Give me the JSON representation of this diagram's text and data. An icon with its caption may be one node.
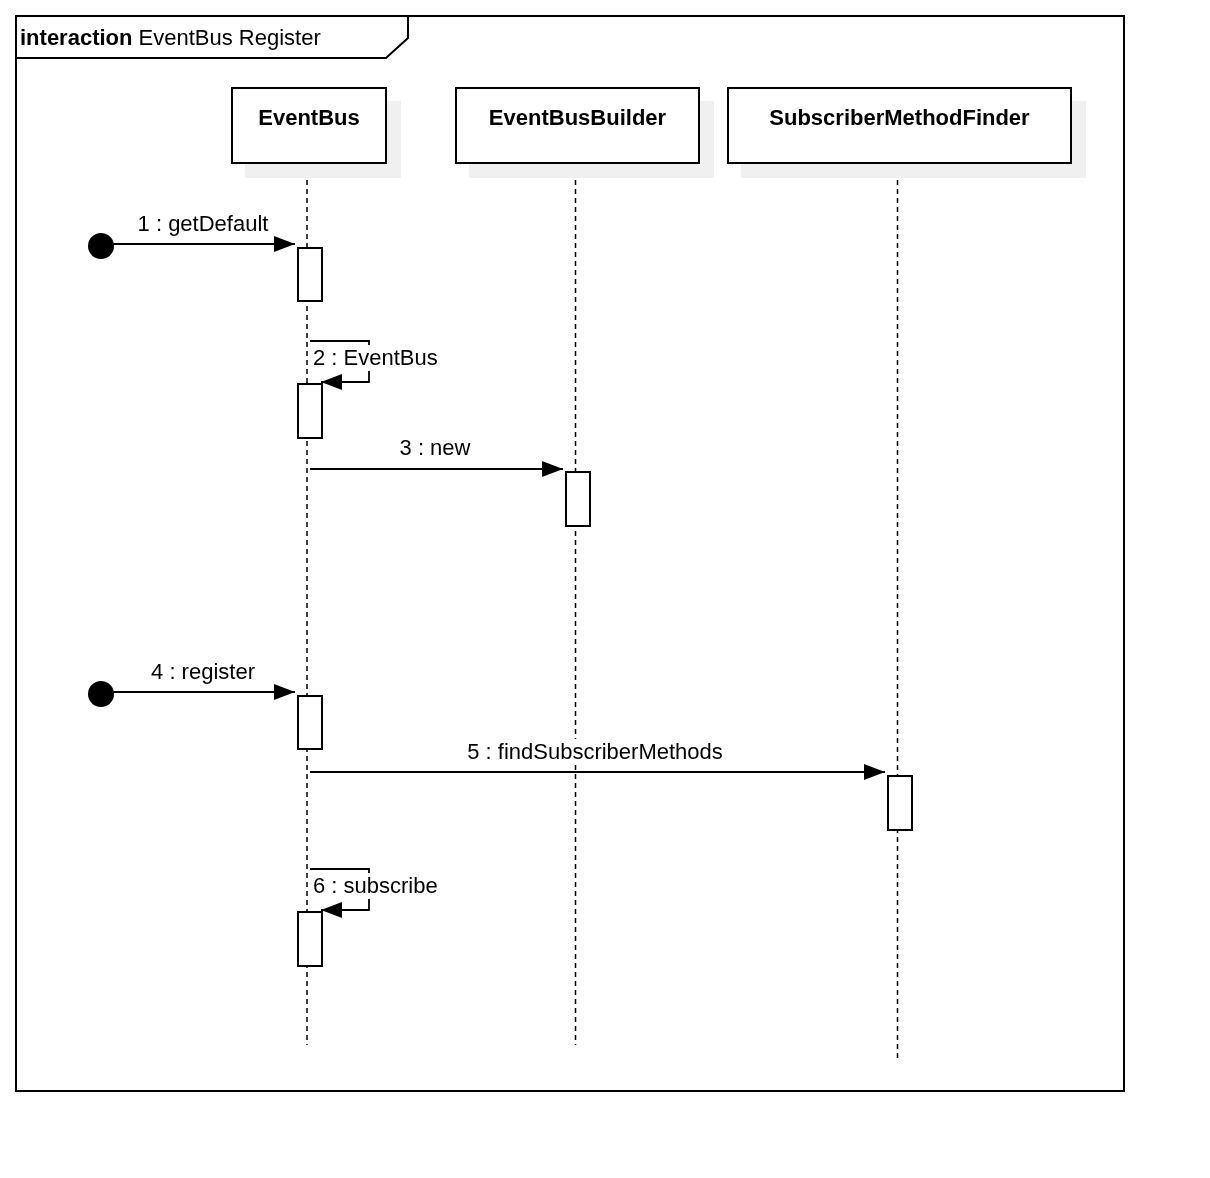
{
  "diagram": {
    "nodes": [
      {
        "text": [
          "**interaction** EventBus Register"
        ]
      },
      {
        "text": [
          "EventBus"
        ],
        "in": 0
      },
      {
        "text": [
          "EventBusBuilder"
        ],
        "in": 0
      },
      {
        "text": [
          "SubscriberMethodFinder"
        ],
        "in": 0
      },
      {
        "text": [],
        "shape": "circle",
        "in": 0
      },
      {
        "text": [],
        "shape": "bar",
        "in": 0
      },
      {
        "text": [],
        "shape": "bar",
        "in": 0
      },
      {
        "text": [],
        "shape": "bar",
        "in": 0
      },
      {
        "text": [],
        "shape": "circle",
        "in": 0
      },
      {
        "text": [],
        "shape": "bar",
        "in": 0
      },
      {
        "text": [],
        "shape": "bar",
        "in": 0
      },
      {
        "text": [],
        "shape": "bar",
        "in": 0
      }
    ],
    "edges": [
      {
        "from": 4,
        "to": 5,
        "arrow": "to",
        "label": "1 : getDefault"
      },
      {
        "from": null,
        "to": 6,
        "arrow": "to",
        "label": "2 : EventBus"
      },
      {
        "from": null,
        "to": 7,
        "arrow": "to",
        "label": "3 : new"
      },
      {
        "from": 8,
        "to": 9,
        "arrow": "to",
        "label": "4 : register"
      },
      {
        "from": null,
        "to": 10,
        "arrow": "to",
        "label": "5 : findSubscriberMethods"
      },
      {
        "from": null,
        "to": 11,
        "arrow": "to",
        "label": "6 : subscribe"
      }
    ]
  }
}
